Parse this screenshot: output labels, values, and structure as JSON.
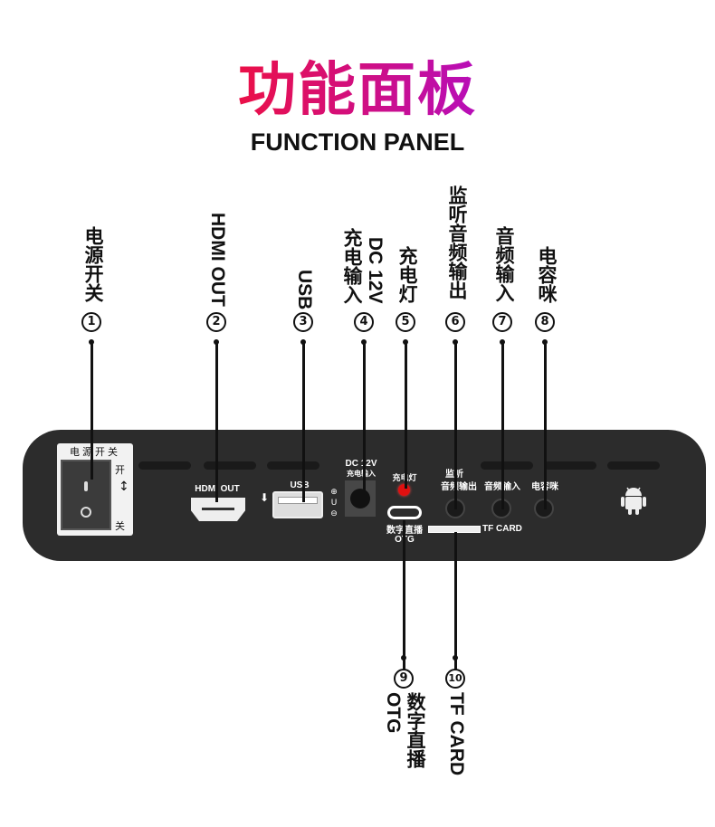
{
  "title": "功能面板",
  "subtitle": "FUNCTION PANEL",
  "callouts": [
    {
      "num": "1",
      "label": "电源开关"
    },
    {
      "num": "2",
      "label": "HDMI OUT"
    },
    {
      "num": "3",
      "label": "USB"
    },
    {
      "num": "4",
      "label": "充电输入",
      "label2": "DC 12V"
    },
    {
      "num": "5",
      "label": "充电灯"
    },
    {
      "num": "6",
      "label": "监听音频输出"
    },
    {
      "num": "7",
      "label": "音频输入"
    },
    {
      "num": "8",
      "label": "电容咪"
    },
    {
      "num": "9",
      "label": "数字直播",
      "label2": "OTG"
    },
    {
      "num": "10",
      "label": "TF CARD"
    }
  ],
  "panel": {
    "power_switch": "电源开关",
    "on": "开",
    "off": "关",
    "hdmi": "HDMI OUT",
    "usb": "USB",
    "dc": "DC 12V",
    "dc_sub": "充电输入",
    "led": "充电灯",
    "otg": "数字直播",
    "otg_sub": "OTG",
    "monitor1": "监听",
    "monitor2": "音频输出",
    "audio_in": "音频输入",
    "mic": "电容咪",
    "tf": "TF CARD",
    "led_color": "#e01010"
  }
}
